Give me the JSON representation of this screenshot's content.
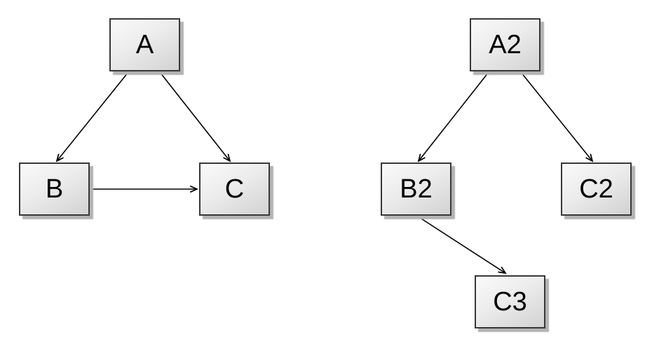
{
  "diagram": {
    "type": "directed-graph",
    "style": {
      "canvas_bg": "#ffffff",
      "node_fill_top": "#fafafa",
      "node_fill_bottom": "#d2d2d2",
      "node_border": "#383838",
      "node_shadow": "#b3b3b3",
      "edge_color": "#000000",
      "text_color": "#000000"
    },
    "graphs": [
      {
        "name": "left-graph",
        "nodes": [
          {
            "id": "A",
            "label": "A"
          },
          {
            "id": "B",
            "label": "B"
          },
          {
            "id": "C",
            "label": "C"
          }
        ],
        "edges": [
          {
            "from": "A",
            "to": "B"
          },
          {
            "from": "A",
            "to": "C"
          },
          {
            "from": "B",
            "to": "C"
          }
        ]
      },
      {
        "name": "right-graph",
        "nodes": [
          {
            "id": "A2",
            "label": "A2"
          },
          {
            "id": "B2",
            "label": "B2"
          },
          {
            "id": "C2",
            "label": "C2"
          },
          {
            "id": "C3",
            "label": "C3"
          }
        ],
        "edges": [
          {
            "from": "A2",
            "to": "B2"
          },
          {
            "from": "A2",
            "to": "C2"
          },
          {
            "from": "B2",
            "to": "C3"
          }
        ]
      }
    ]
  }
}
